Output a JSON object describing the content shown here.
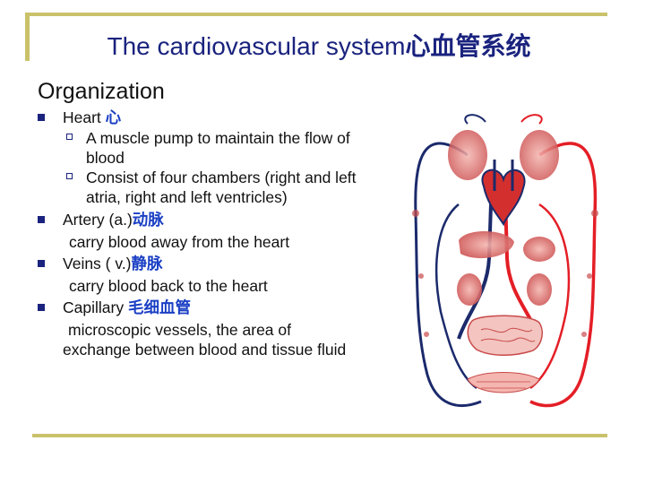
{
  "slide": {
    "title_en": "The cardiovascular system",
    "title_cjk": "心血管系统",
    "section_heading": "Organization",
    "items": [
      {
        "label": "Heart ",
        "label_cjk": "心",
        "subitems": [
          {
            "text": "A muscle pump to maintain the flow of blood"
          },
          {
            "text": "Consist of four chambers (right and left atria, right and left ventricles)"
          }
        ]
      },
      {
        "label": "Artery (a.)",
        "label_cjk": "动脉",
        "desc": "carry blood away from the heart"
      },
      {
        "label": "Veins ( v.)",
        "label_cjk": "静脉",
        "desc": "carry blood back to the heart"
      },
      {
        "label": "Capillary ",
        "label_cjk": "毛细血管",
        "desc": "microscopic vessels, the area of exchange between blood and tissue fluid"
      }
    ]
  },
  "colors": {
    "artery": "#e41e26",
    "vein": "#1b2a6b",
    "frame": "#c9c26a",
    "title": "#1a237e"
  }
}
